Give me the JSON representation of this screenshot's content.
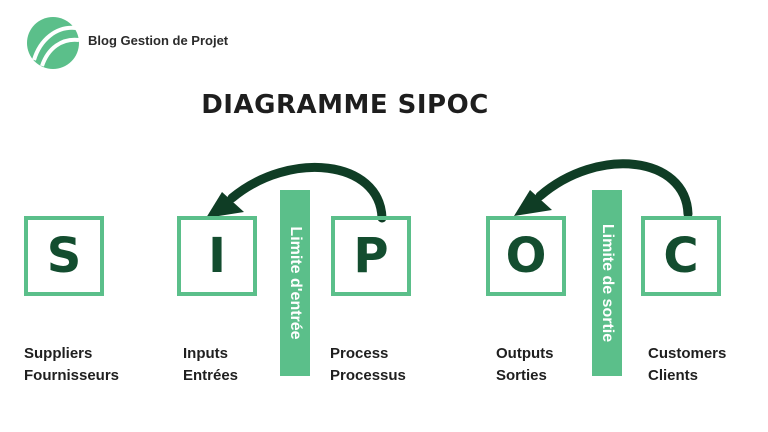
{
  "brand": {
    "name": "Blog Gestion de Projet",
    "icon": "leaf-logo-icon"
  },
  "title": "DIAGRAMME SIPOC",
  "colors": {
    "accent": "#5bbf8a",
    "letter": "#134d2f",
    "arrow": "#0f3d25"
  },
  "boxes": [
    {
      "letter": "S",
      "en": "Suppliers",
      "fr": "Fournisseurs"
    },
    {
      "letter": "I",
      "en": "Inputs",
      "fr": "Entrées"
    },
    {
      "letter": "P",
      "en": "Process",
      "fr": "Processus"
    },
    {
      "letter": "O",
      "en": "Outputs",
      "fr": "Sorties"
    },
    {
      "letter": "C",
      "en": "Customers",
      "fr": "Clients"
    }
  ],
  "limits": {
    "entry": "Limite d'entrée",
    "exit": "Limite de sortie"
  }
}
